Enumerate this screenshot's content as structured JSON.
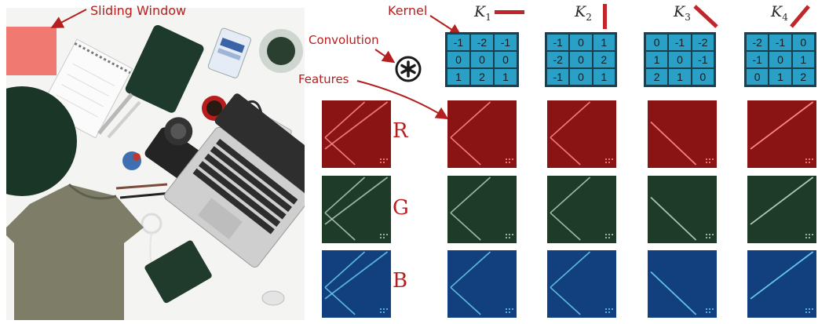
{
  "annotations": {
    "sliding_window": "Sliding Window",
    "kernel": "Kernel",
    "convolution": "Convolution",
    "features": "Features"
  },
  "channels": [
    "R",
    "G",
    "B"
  ],
  "channel_colors": {
    "R": "#8a1414",
    "G": "#1e3a28",
    "B": "#123f7e"
  },
  "kernels": [
    {
      "symbol": "K",
      "index": "1",
      "edge_orientation": "horizontal",
      "values": [
        [
          -1,
          -2,
          -1
        ],
        [
          0,
          0,
          0
        ],
        [
          1,
          2,
          1
        ]
      ]
    },
    {
      "symbol": "K",
      "index": "2",
      "edge_orientation": "vertical",
      "values": [
        [
          -1,
          0,
          1
        ],
        [
          -2,
          0,
          2
        ],
        [
          -1,
          0,
          1
        ]
      ]
    },
    {
      "symbol": "K",
      "index": "3",
      "edge_orientation": "diagonal-down",
      "values": [
        [
          0,
          -1,
          -2
        ],
        [
          1,
          0,
          -1
        ],
        [
          2,
          1,
          0
        ]
      ]
    },
    {
      "symbol": "K",
      "index": "4",
      "edge_orientation": "diagonal-up",
      "values": [
        [
          -2,
          -1,
          0
        ],
        [
          -1,
          0,
          1
        ],
        [
          0,
          1,
          2
        ]
      ]
    }
  ],
  "colors": {
    "annotation": "#b3201f",
    "kernel_cell": "#2aa0c6",
    "sliding_window": "#f07a72"
  }
}
